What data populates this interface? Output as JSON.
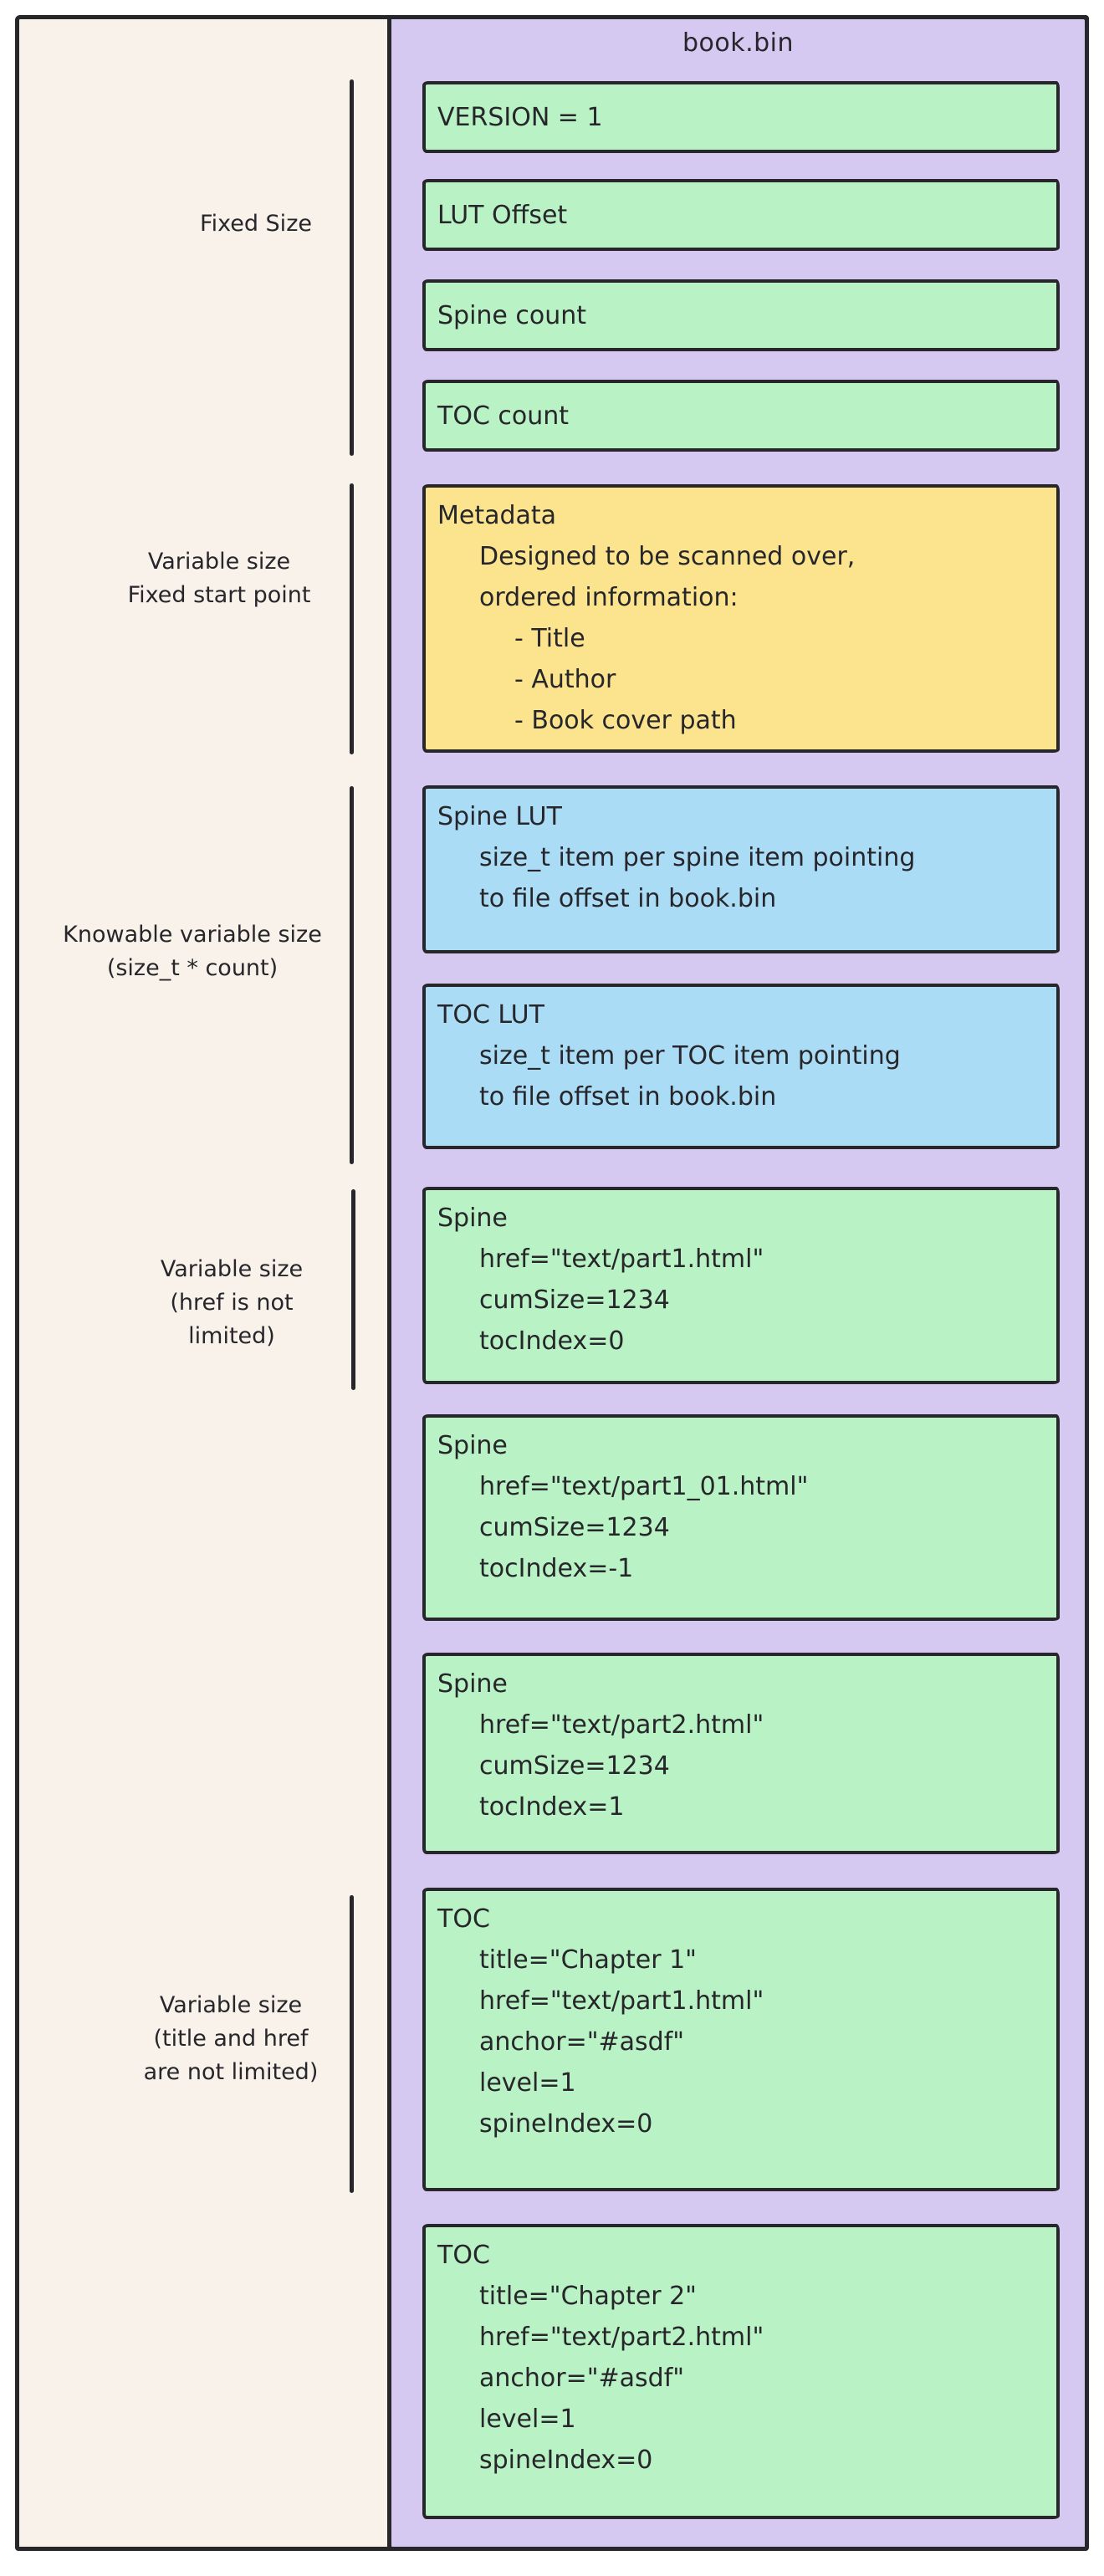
{
  "colors": {
    "canvas": "#f9f2ea",
    "container": "#d5c9f2",
    "field_green": "#b9f2c4",
    "field_yellow": "#fbe48d",
    "field_blue": "#abdcf6",
    "ink": "#26262b"
  },
  "container": {
    "title": "book.bin"
  },
  "boxes": {
    "version": {
      "lines": [
        "VERSION = 1"
      ]
    },
    "lut_offset": {
      "lines": [
        "LUT Offset"
      ]
    },
    "spine_count": {
      "lines": [
        "Spine count"
      ]
    },
    "toc_count": {
      "lines": [
        "TOC count"
      ]
    },
    "metadata": {
      "lines": [
        "Metadata",
        "Designed to be scanned over,",
        "ordered information:",
        "- Title",
        "- Author",
        "- Book cover path"
      ]
    },
    "spine_lut": {
      "lines": [
        "Spine LUT",
        "size_t item per spine item pointing",
        "to file offset in book.bin"
      ]
    },
    "toc_lut": {
      "lines": [
        "TOC LUT",
        "size_t item per TOC item pointing",
        "to file offset in book.bin"
      ]
    },
    "spine_1": {
      "lines": [
        "Spine",
        "href=\"text/part1.html\"",
        "cumSize=1234",
        "tocIndex=0"
      ]
    },
    "spine_2": {
      "lines": [
        "Spine",
        "href=\"text/part1_01.html\"",
        "cumSize=1234",
        "tocIndex=-1"
      ]
    },
    "spine_3": {
      "lines": [
        "Spine",
        "href=\"text/part2.html\"",
        "cumSize=1234",
        "tocIndex=1"
      ]
    },
    "toc_1": {
      "lines": [
        "TOC",
        "title=\"Chapter 1\"",
        "href=\"text/part1.html\"",
        "anchor=\"#asdf\"",
        "level=1",
        "spineIndex=0"
      ]
    },
    "toc_2": {
      "lines": [
        "TOC",
        "title=\"Chapter 2\"",
        "href=\"text/part2.html\"",
        "anchor=\"#asdf\"",
        "level=1",
        "spineIndex=0"
      ]
    }
  },
  "side_labels": {
    "fixed_size": {
      "lines": [
        "Fixed Size",
        "",
        ""
      ]
    },
    "variable_fixed_start": {
      "lines": [
        "Variable size",
        "Fixed start point",
        ""
      ]
    },
    "knowable_variable": {
      "lines": [
        "Knowable variable size",
        "(size_t * count)",
        ""
      ]
    },
    "variable_href": {
      "lines": [
        "Variable size",
        "(href is not",
        "limited)"
      ]
    },
    "variable_title_href": {
      "lines": [
        "Variable size",
        "(title and href",
        "are not limited)"
      ]
    }
  }
}
